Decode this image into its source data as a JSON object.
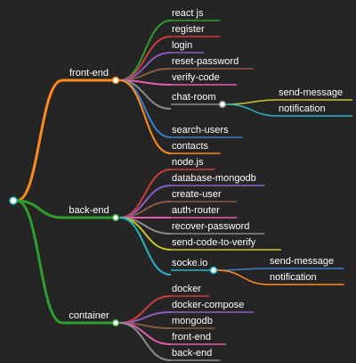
{
  "mindmap": {
    "colors": {
      "background": "#252526",
      "orange": "#ff8c1a",
      "green": "#2e9e2e",
      "red": "#d13b3b",
      "purple": "#8e5ec7",
      "brown": "#8b5a44",
      "pink": "#e85dad",
      "gray": "#8a8a8a",
      "yellow": "#c8c825",
      "cyan": "#25b5c8",
      "blue": "#3a7fd0"
    },
    "branches": [
      {
        "label": "front-end",
        "color": "orange",
        "children": [
          {
            "label": "react js",
            "color": "green"
          },
          {
            "label": "register",
            "color": "red"
          },
          {
            "label": "login",
            "color": "purple"
          },
          {
            "label": "reset-password",
            "color": "brown"
          },
          {
            "label": "verify-code",
            "color": "pink"
          },
          {
            "label": "chat-room",
            "color": "gray",
            "children": [
              {
                "label": "send-message",
                "color": "yellow"
              },
              {
                "label": "notification",
                "color": "cyan"
              }
            ]
          },
          {
            "label": "search-users",
            "color": "blue"
          },
          {
            "label": "contacts",
            "color": "orange"
          }
        ]
      },
      {
        "label": "back-end",
        "color": "green",
        "children": [
          {
            "label": "node.js",
            "color": "red"
          },
          {
            "label": "database-mongodb",
            "color": "purple"
          },
          {
            "label": "create-user",
            "color": "brown"
          },
          {
            "label": "auth-router",
            "color": "pink"
          },
          {
            "label": "recover-password",
            "color": "gray"
          },
          {
            "label": "send-code-to-verify",
            "color": "yellow"
          },
          {
            "label": "socke.io",
            "color": "cyan",
            "children": [
              {
                "label": "send-message",
                "color": "blue"
              },
              {
                "label": "notification",
                "color": "orange"
              }
            ]
          }
        ]
      },
      {
        "label": "container",
        "color": "green",
        "children": [
          {
            "label": "docker",
            "color": "red"
          },
          {
            "label": "docker-compose",
            "color": "purple"
          },
          {
            "label": "mongodb",
            "color": "brown"
          },
          {
            "label": "front-end",
            "color": "pink"
          },
          {
            "label": "back-end",
            "color": "gray"
          }
        ]
      }
    ]
  }
}
